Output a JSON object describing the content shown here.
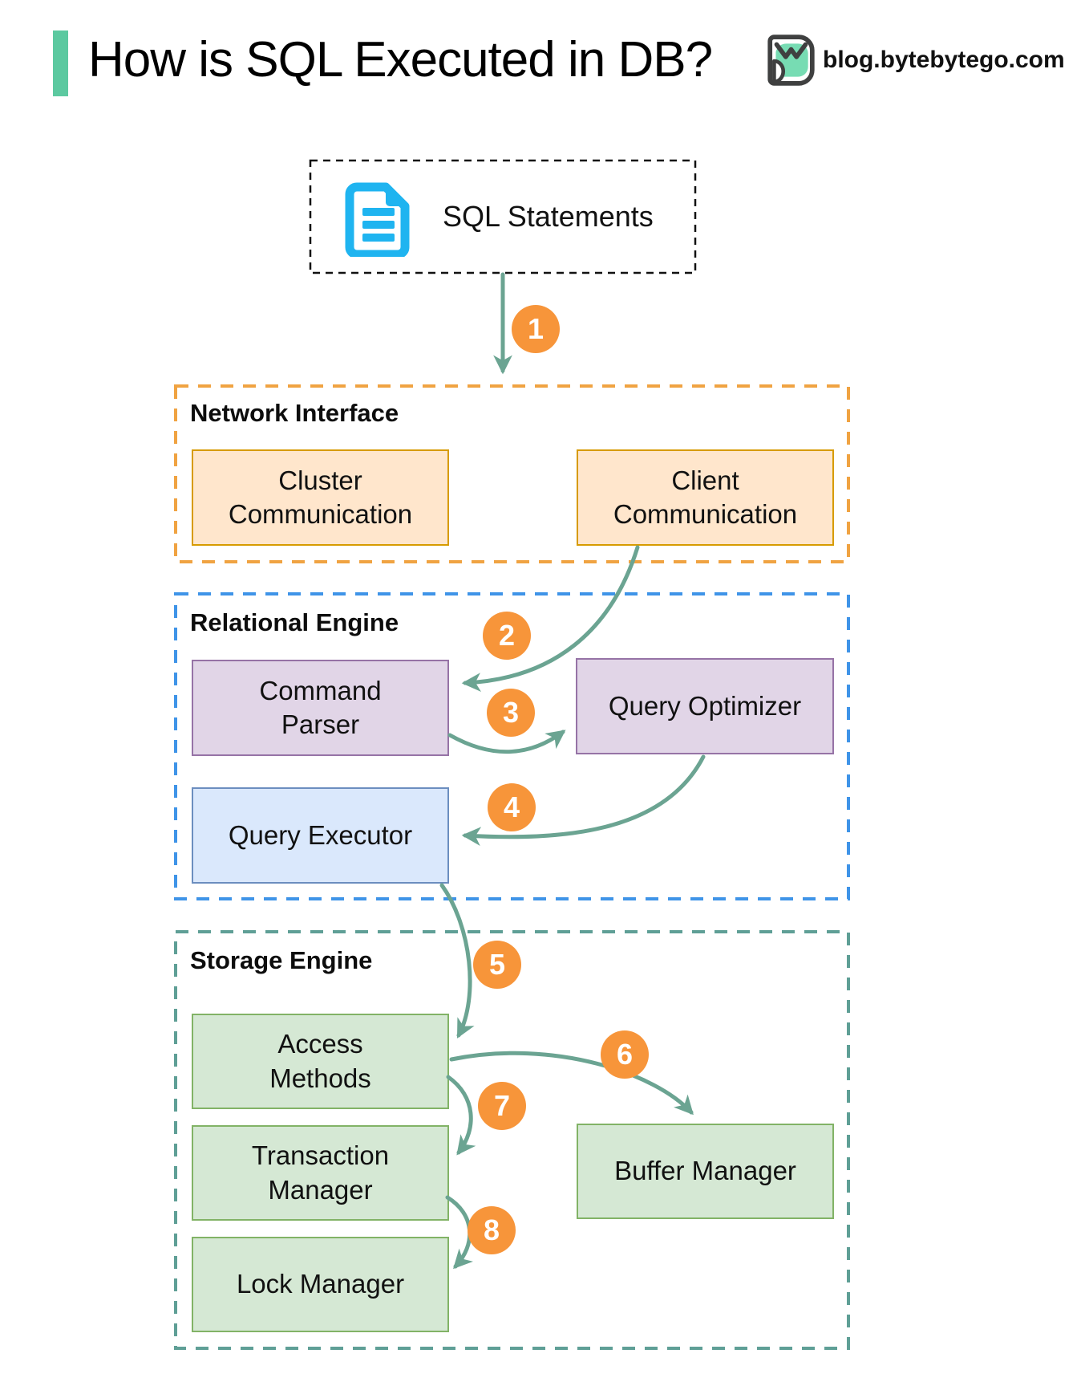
{
  "header": {
    "title": "How is SQL Executed in DB?",
    "site": "blog.bytebytego.com",
    "logo_icon": "bytebytego-logo-icon",
    "accent_color": "#5cc9a0"
  },
  "source": {
    "label": "SQL Statements",
    "icon": "document-icon",
    "icon_color": "#1fb4f0"
  },
  "sections": [
    {
      "label": "Network Interface",
      "border_color": "#f0a342",
      "boxes": [
        {
          "label": "Cluster Communication",
          "fill": "#ffe6cc",
          "border": "#d79b00"
        },
        {
          "label": "Client Communication",
          "fill": "#ffe6cc",
          "border": "#d79b00"
        }
      ]
    },
    {
      "label": "Relational Engine",
      "border_color": "#3f94e8",
      "boxes": [
        {
          "label": "Command Parser",
          "fill": "#e1d5e7",
          "border": "#9673a6"
        },
        {
          "label": "Query Optimizer",
          "fill": "#e1d5e7",
          "border": "#9673a6"
        },
        {
          "label": "Query Executor",
          "fill": "#dae8fc",
          "border": "#6c8ebf"
        }
      ]
    },
    {
      "label": "Storage Engine",
      "border_color": "#5f9f96",
      "boxes": [
        {
          "label": "Access Methods",
          "fill": "#d5e8d4",
          "border": "#82b366"
        },
        {
          "label": "Buffer Manager",
          "fill": "#d5e8d4",
          "border": "#82b366"
        },
        {
          "label": "Transaction Manager",
          "fill": "#d5e8d4",
          "border": "#82b366"
        },
        {
          "label": "Lock Manager",
          "fill": "#d5e8d4",
          "border": "#82b366"
        }
      ]
    }
  ],
  "flow_steps": [
    {
      "step": "1",
      "from": "SQL Statements",
      "to": "Network Interface"
    },
    {
      "step": "2",
      "from": "Client Communication",
      "to": "Command Parser"
    },
    {
      "step": "3",
      "from": "Command Parser",
      "to": "Query Optimizer"
    },
    {
      "step": "4",
      "from": "Query Optimizer",
      "to": "Query Executor"
    },
    {
      "step": "5",
      "from": "Query Executor",
      "to": "Access Methods"
    },
    {
      "step": "6",
      "from": "Access Methods",
      "to": "Buffer Manager"
    },
    {
      "step": "7",
      "from": "Access Methods",
      "to": "Transaction Manager"
    },
    {
      "step": "8",
      "from": "Transaction Manager",
      "to": "Lock Manager"
    }
  ],
  "colors": {
    "arrow": "#6ba492",
    "badge": "#f7953a",
    "badge_text": "#ffffff",
    "sql_box_border": "#111111"
  }
}
